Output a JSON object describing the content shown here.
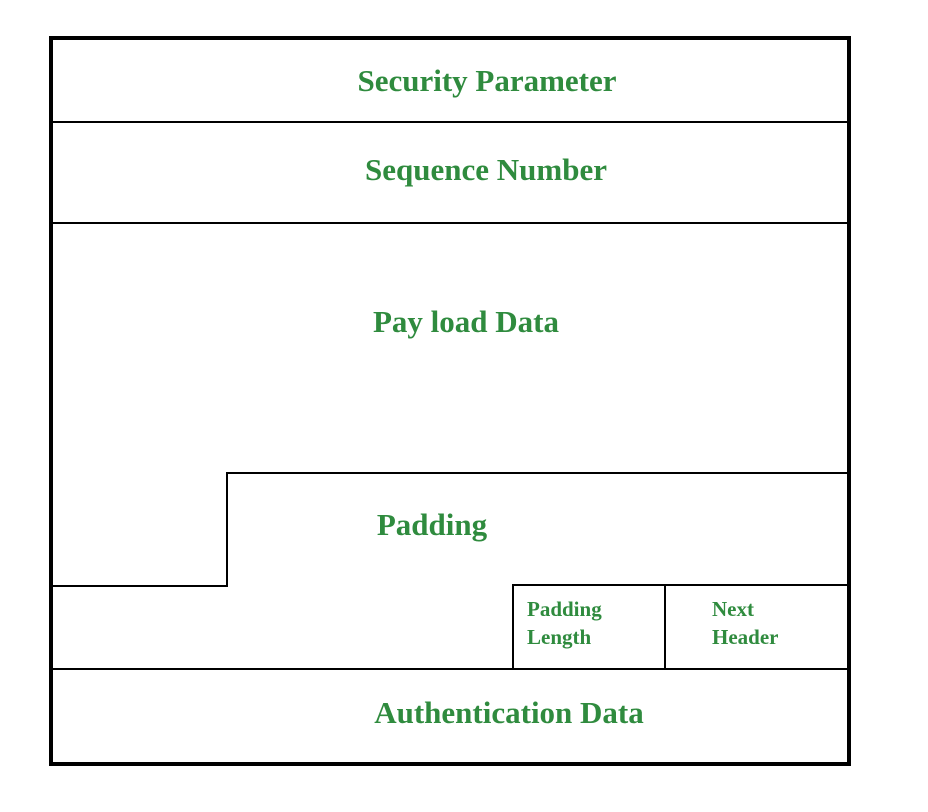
{
  "diagram": {
    "labels": {
      "security_parameter": "Security Parameter",
      "sequence_number": "Sequence Number",
      "payload_data": "Pay load Data",
      "padding": "Padding",
      "padding_length": "Padding Length",
      "next_header": "Next Header",
      "authentication_data": "Authentication Data"
    },
    "colors": {
      "label_text": "#2f8b3e",
      "line": "#000000",
      "background": "#ffffff"
    }
  }
}
